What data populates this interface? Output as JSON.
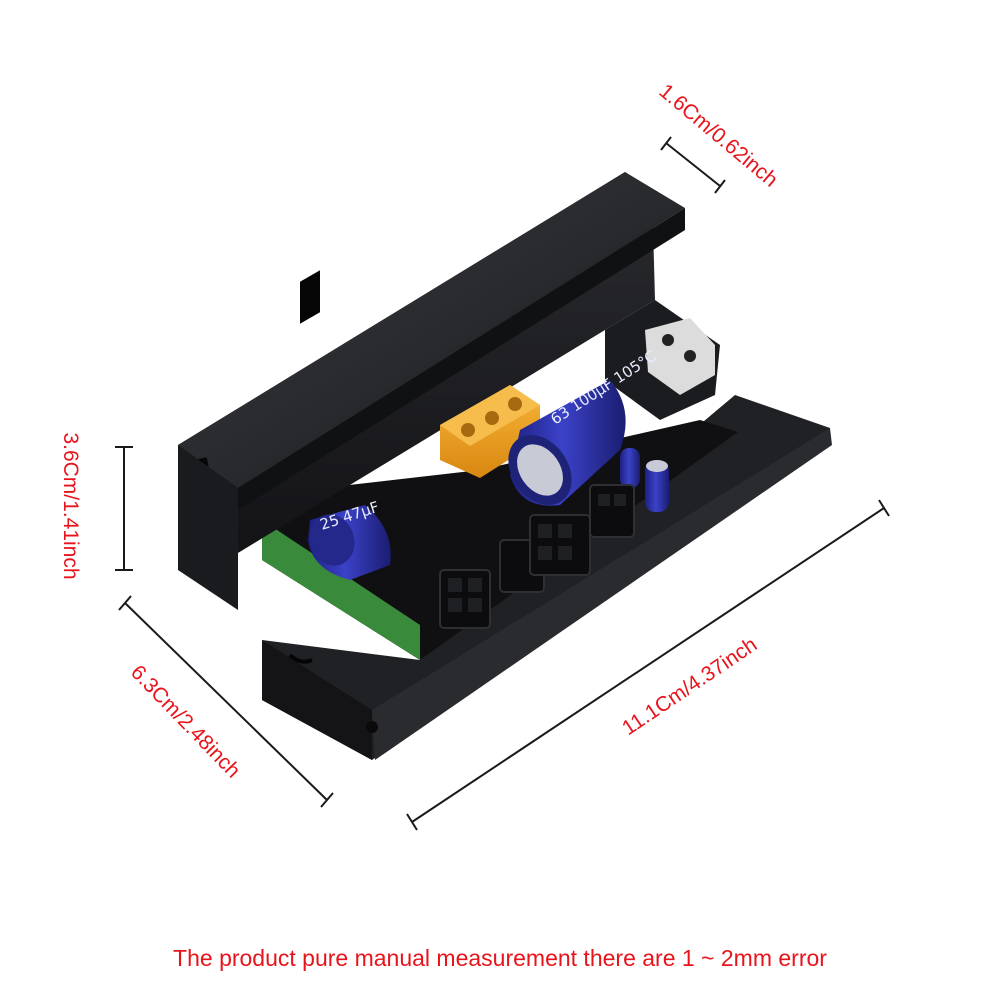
{
  "dimensions": {
    "thickness": "1.6Cm/0.62inch",
    "height": "3.6Cm/1.41inch",
    "width": "6.3Cm/2.48inch",
    "length": "11.1Cm/4.37inch"
  },
  "note": "The product pure manual measurement there are 1 ~ 2mm error",
  "component_markings": {
    "large_capacitor": "63 100μF 105°C",
    "small_capacitor": "25 47μF"
  },
  "colors": {
    "label_red": "#e8141c",
    "line_black": "#1a1a1a",
    "housing": "#1c1d20",
    "pcb_green": "#3a8a3c",
    "capacitor_blue": "#2a2f9c",
    "connector_orange": "#f0a21a"
  },
  "icons": {
    "product": "brushless-motor-controller-image"
  }
}
